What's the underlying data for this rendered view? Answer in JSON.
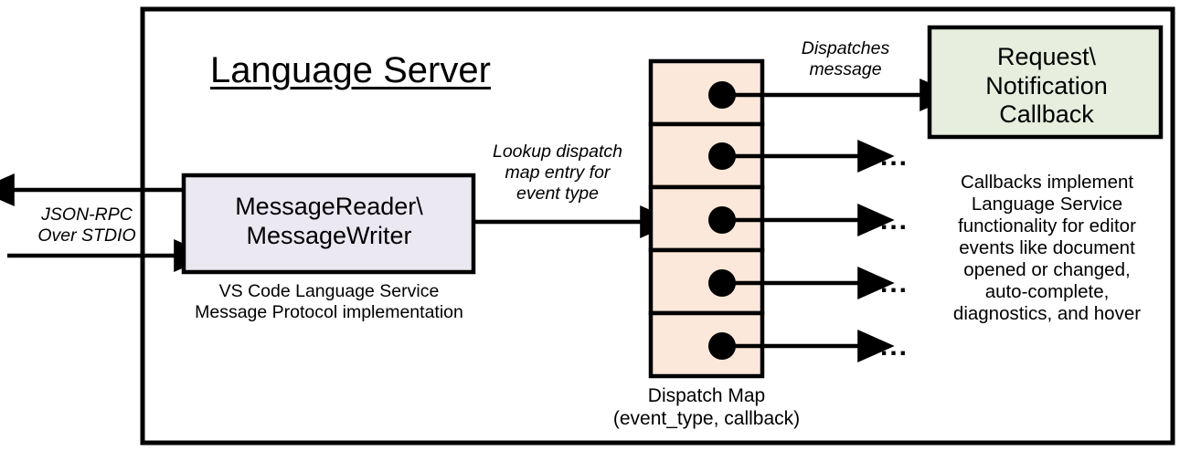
{
  "diagram": {
    "title": "Language Server",
    "outer_frame": {
      "name": "language-server-boundary",
      "stroke": "#000000",
      "fill": "#ffffff"
    },
    "nodes": [
      {
        "id": "message-reader-writer",
        "label": "MessageReader\\\nMessageWriter",
        "caption": "VS Code Language Service\nMessage Protocol implementation",
        "fill": "#ebe8f2",
        "stroke": "#000000"
      },
      {
        "id": "dispatch-map",
        "caption": "Dispatch Map\n(event_type, callback)",
        "fill": "#fce8da",
        "stroke": "#000000",
        "cell_count": 5
      },
      {
        "id": "request-notification-callback",
        "label": "Request\\\nNotification\nCallback",
        "caption": "Callbacks implement\nLanguage Service\nfunctionality for editor\nevents like document\nopened or changed,\nauto-complete,\ndiagnostics, and hover",
        "fill": "#e7eede",
        "stroke": "#000000"
      }
    ],
    "edge_labels": [
      {
        "id": "json-rpc",
        "text": "JSON-RPC\nOver STDIO",
        "style": "italic"
      },
      {
        "id": "lookup-dispatch",
        "text": "Lookup dispatch\nmap entry for\nevent type",
        "style": "italic"
      },
      {
        "id": "dispatches-message",
        "text": "Dispatches\nmessage",
        "style": "italic"
      }
    ],
    "ellipses": [
      "...",
      "...",
      "...",
      "..."
    ]
  }
}
